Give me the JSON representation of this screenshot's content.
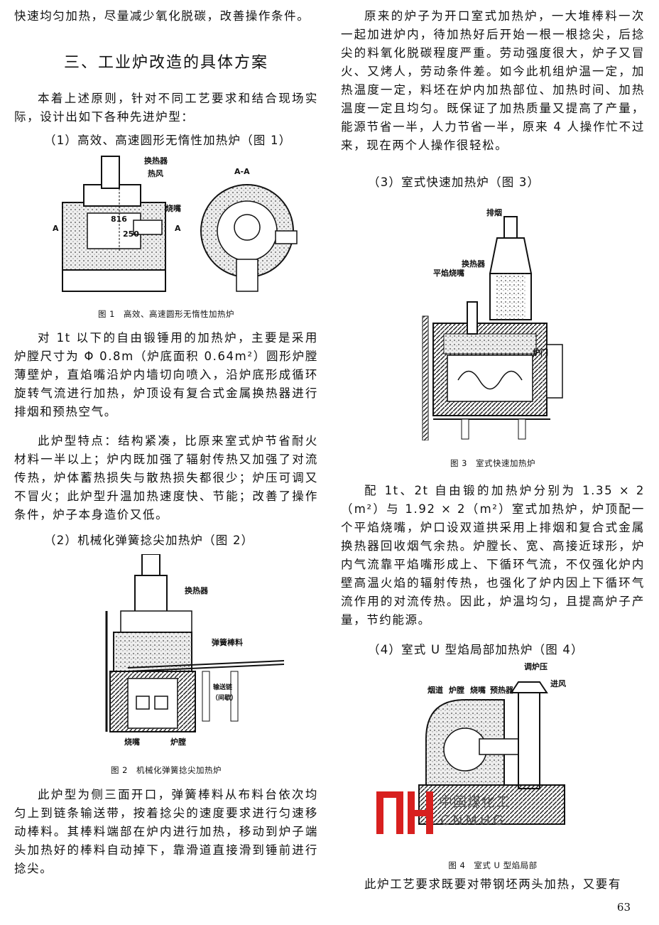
{
  "left": {
    "top_line": "快速均匀加热，尽量减少氧化脱碳，改善操作条件。",
    "section_heading": "三、工业炉改造的具体方案",
    "intro": "本着上述原则，针对不同工艺要求和结合现场实际，设计出如下各种先进炉型：",
    "item1": "（1）高效、高速圆形无惰性加热炉（图 1）",
    "fig1": {
      "caption": "图 1　高效、高速圆形无惰性加热炉",
      "labels": {
        "exchanger": "换热器",
        "hot_air": "热风",
        "burner": "烧嘴",
        "section": "A-A",
        "dim1": "816",
        "dim2": "250",
        "a_left": "A",
        "a_right": "A"
      }
    },
    "para1": "对 1t 以下的自由锻锤用的加热炉，主要是采用炉膛尺寸为 Φ 0.8m（炉底面积 0.64m²）圆形炉膛薄壁炉，直焰嘴沿炉内墙切向喷入，沿炉底形成循环旋转气流进行加热，炉顶设有复合式金属换热器进行排烟和预热空气。",
    "para2": "此炉型特点：结构紧凑，比原来室式炉节省耐火材料一半以上；炉内既加强了辐射传热又加强了对流传热，炉体蓄热损失与散热损失都很少；炉压可调又不冒火；此炉型升温加热速度快、节能；改善了操作条件，炉子本身造价又低。",
    "item2": "（2）机械化弹簧捻尖加热炉（图 2）",
    "fig2": {
      "caption": "图 2　机械化弹簧捻尖加热炉",
      "labels": {
        "exchanger": "换热器",
        "spring_bar": "弹簧棒料",
        "conveyor": "输送链",
        "interval": "（间歇）",
        "burner": "烧嘴",
        "hearth": "炉膛"
      }
    },
    "para3": "此炉型为侧三面开口，弹簧棒料从布料台依次均匀上到链条输送带，按着捻尖的速度要求进行匀速移动棒料。其棒料端部在炉内进行加热，移动到炉子端头加热好的棒料自动掉下，靠滑道直接滑到锤前进行捻尖。"
  },
  "right": {
    "para1": "原来的炉子为开口室式加热炉，一大堆棒料一次一起加进炉内，待加热好后开始一根一根捻尖，后捻尖的料氧化脱碳程度严重。劳动强度很大，炉子又冒火、又烤人，劳动条件差。如今此机组炉温一定，加热温度一定，料坯在炉内加热部位、加热时间、加热温度一定且均匀。既保证了加热质量又提高了产量，能源节省一半，人力节省一半，原来 4 人操作忙不过来，现在两个人操作很轻松。",
    "item3": "（3）室式快速加热炉（图 3）",
    "fig3": {
      "caption": "图 3　室式快速加热炉",
      "labels": {
        "smoke": "排烟",
        "exchanger": "换热器",
        "flat_burner": "平焰烧嘴",
        "door": "炉门"
      }
    },
    "para2": "配 1t、2t 自由锻的加热炉分别为 1.35 × 2（m²）与 1.92 × 2（m²）室式加热炉，炉顶配一个平焰烧嘴，炉口设双道拱采用上排烟和复合式金属换热器回收烟气余热。炉膛长、宽、高接近球形，炉内气流靠平焰嘴形成上、下循环气流，不仅强化炉内壁高温火焰的辐射传热，也强化了炉内因上下循环气流作用的对流传热。因此，炉温均匀，且提高炉子产量，节约能源。",
    "item4": "（4）室式 U 型焰局部加热炉（图 4）",
    "fig4": {
      "caption": "图 4　室式 U 型焰局部",
      "labels": {
        "pressure": "调炉压",
        "air_in": "进风",
        "flue": "烟道",
        "hearth": "炉膛",
        "burner": "烧嘴",
        "preheater": "预热器"
      }
    },
    "last_line": "此炉工艺要求既要对带钢坯两头加热，又要有"
  },
  "watermark": {
    "cn": "中国煤化工",
    "en": "CNMHG"
  },
  "page_number": "63",
  "colors": {
    "text": "#111111",
    "watermark_red": "#d8201f",
    "watermark_gray": "#555555"
  }
}
